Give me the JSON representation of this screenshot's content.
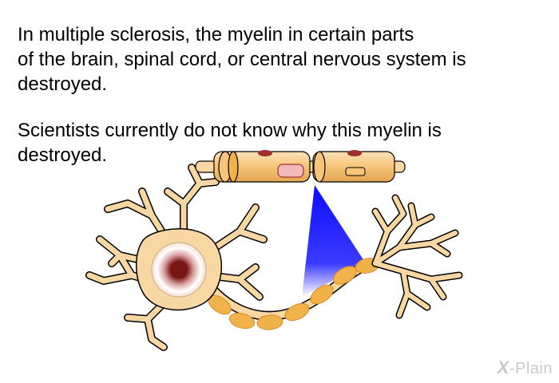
{
  "text": {
    "paragraph1": [
      "In multiple sclerosis, the myelin in certain parts",
      "of the brain, spinal cord, or central nervous system is",
      "destroyed."
    ],
    "paragraph2": [
      "Scientists currently do not know why this myelin is",
      "destroyed."
    ]
  },
  "logo": {
    "mark": "X",
    "text": "-Plain"
  },
  "colors": {
    "neuron_fill": "#f9d7a3",
    "neuron_stroke": "#000000",
    "myelin_fill": "#f2b24a",
    "nucleus_outer": "#7a1515",
    "zoom_cone": "#0000ff",
    "node_spot": "#a03030",
    "damaged_spot": "#f4b8b8"
  }
}
